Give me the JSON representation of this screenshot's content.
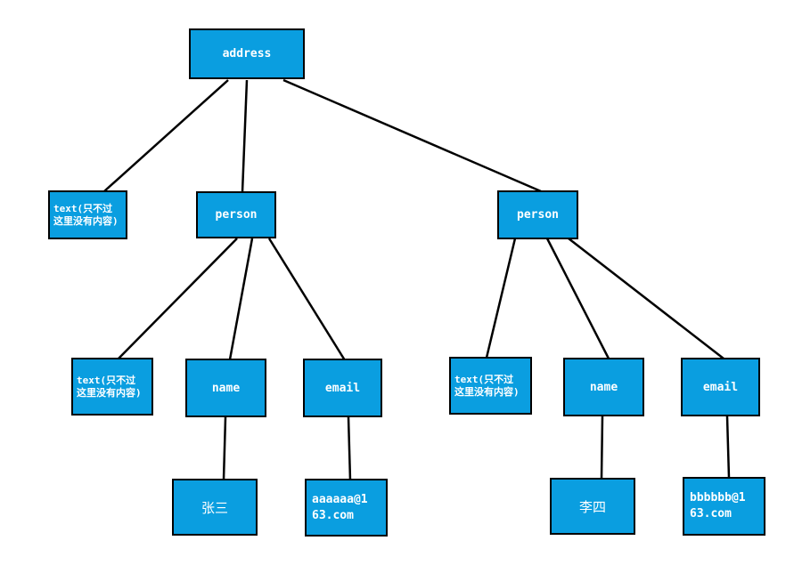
{
  "nodes": {
    "address": "address",
    "text_root": "text(只不过\n这里没有内容)",
    "person1": "person",
    "person2": "person",
    "text_p1": "text(只不过\n这里没有内容)",
    "name1": "name",
    "email1": "email",
    "text_p2": "text(只不过\n这里没有内容)",
    "name2": "name",
    "email2": "email",
    "value_name1": "张三",
    "value_email1": "aaaaaa@1\n63.com",
    "value_name2": "李四",
    "value_email2": "bbbbbb@1\n63.com"
  },
  "colors": {
    "node_fill": "#0a9ee0",
    "node_border": "#000000",
    "edge": "#000000"
  }
}
